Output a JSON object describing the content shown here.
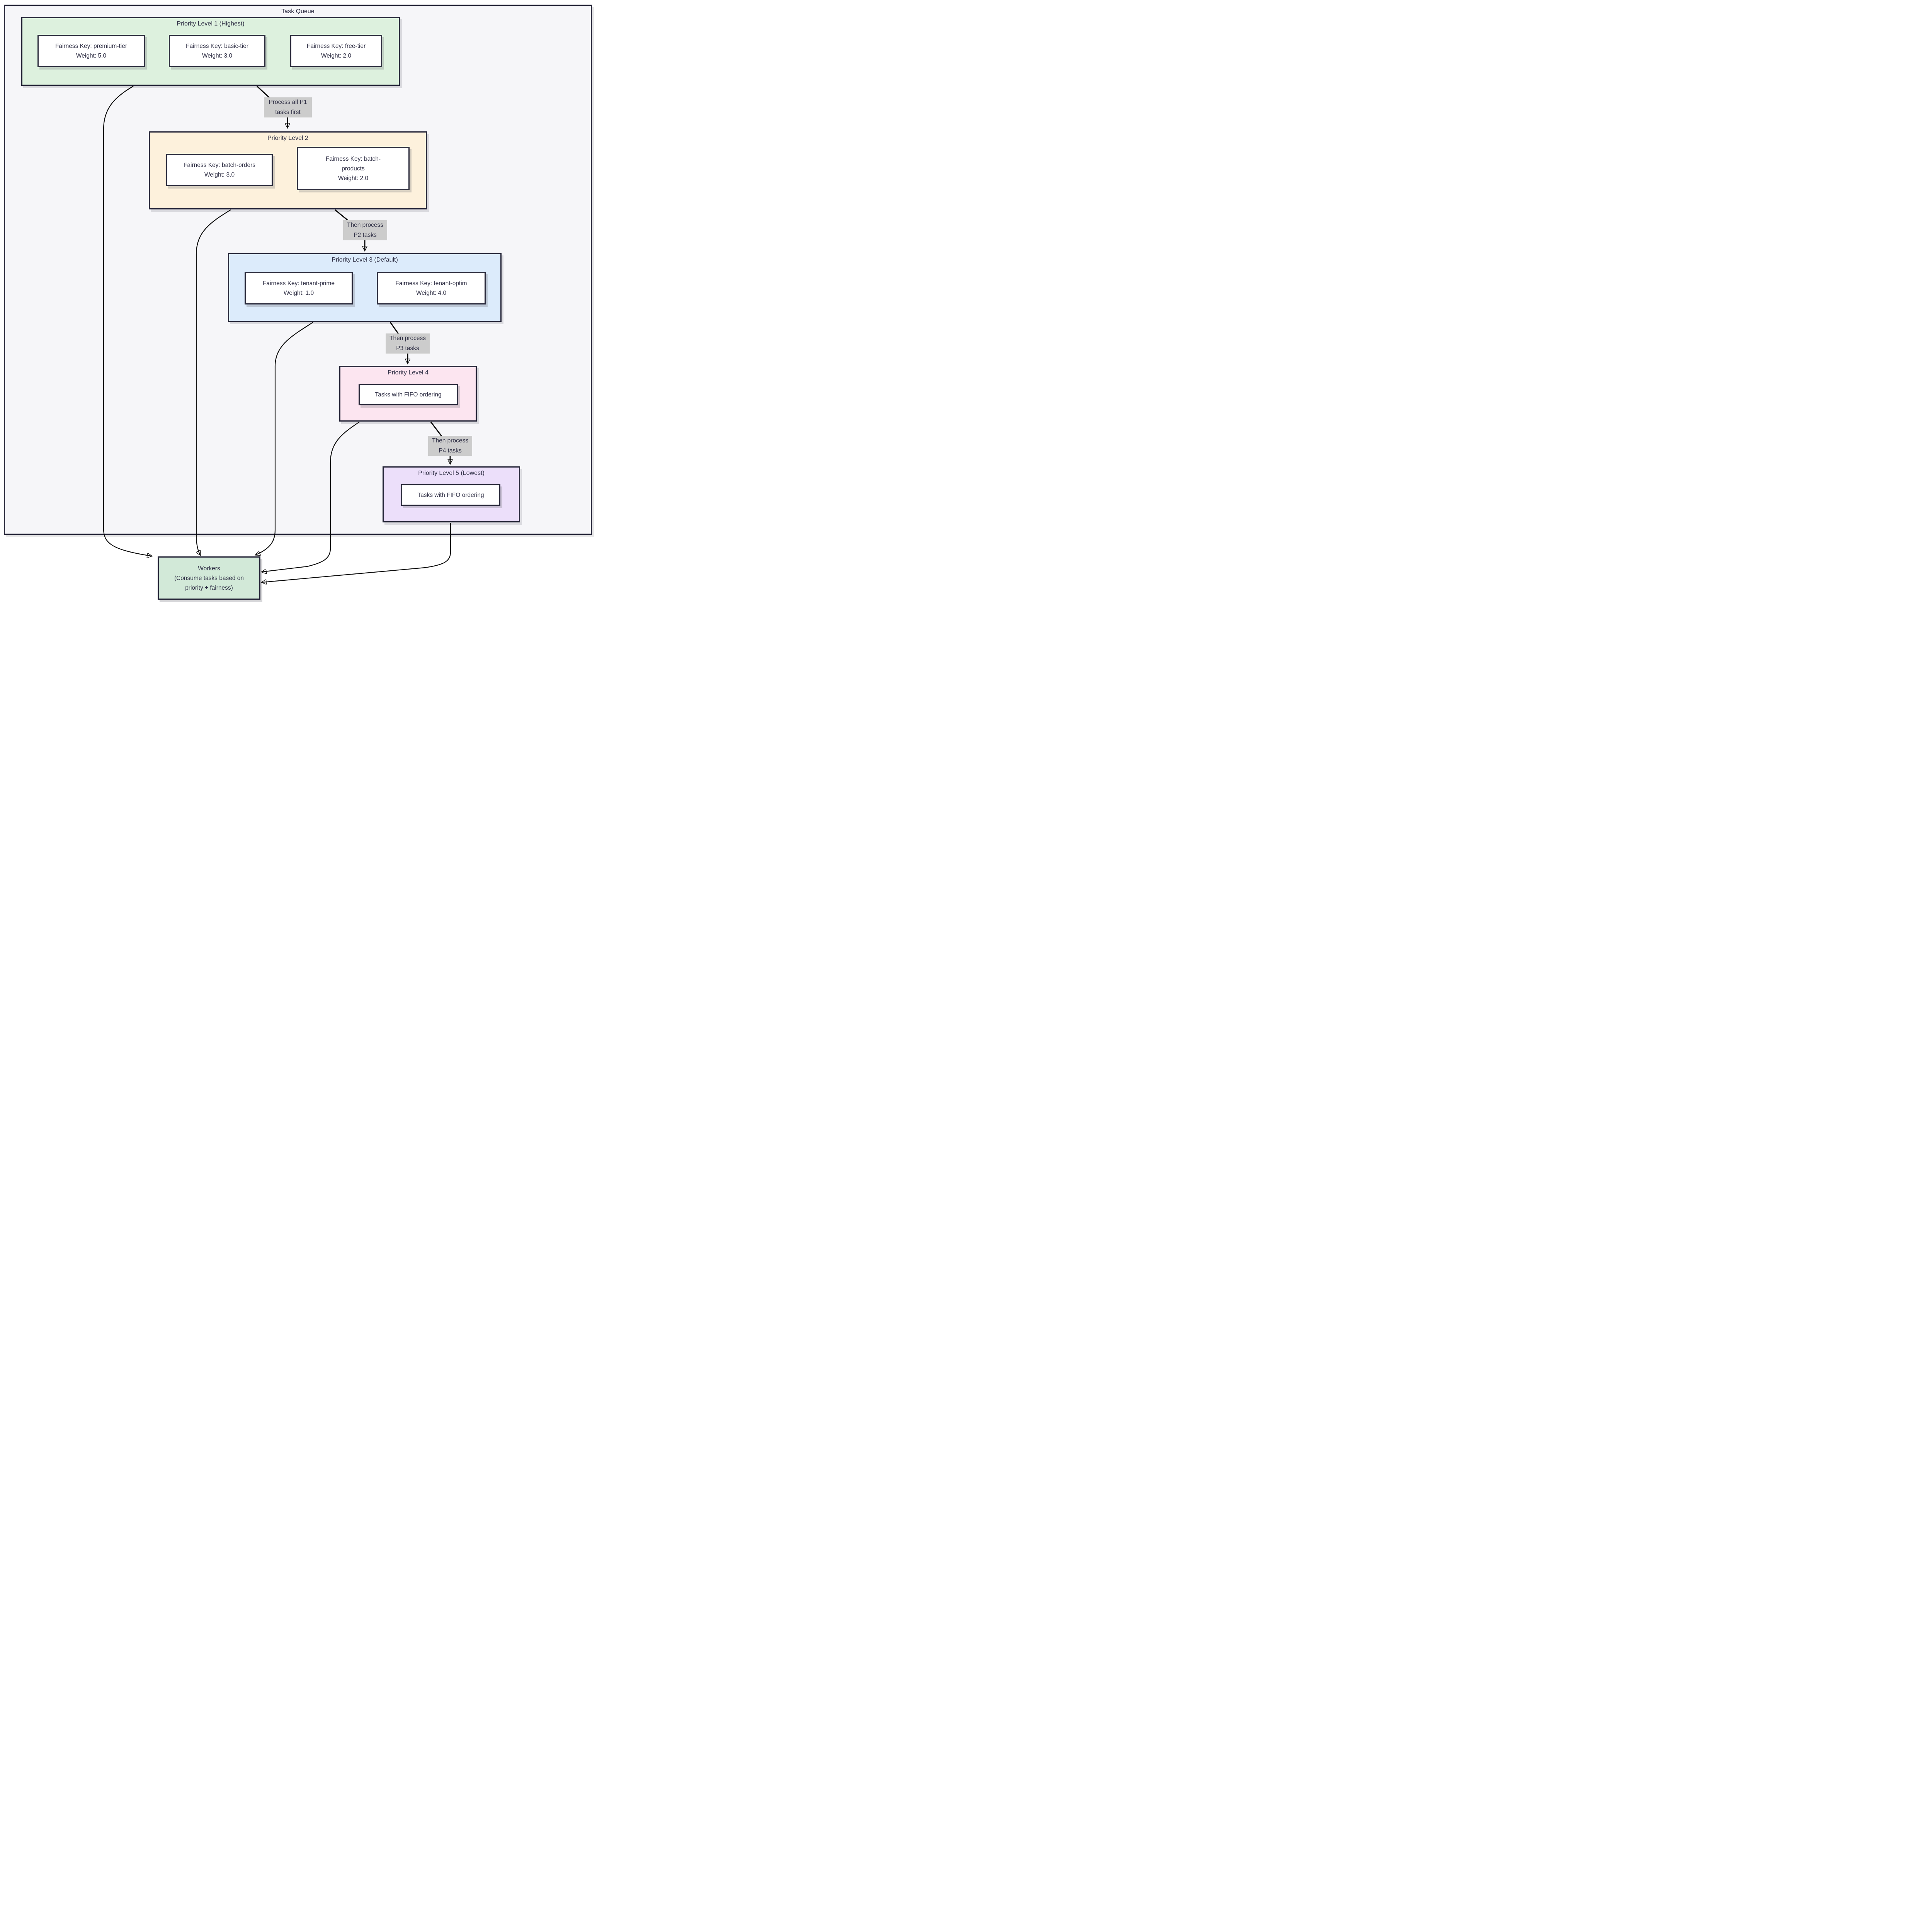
{
  "diagram": {
    "container_title": "Task Queue",
    "levels": [
      {
        "title": "Priority Level 1 (Highest)",
        "fill": "#ddf1de",
        "items": [
          {
            "lines": [
              "Fairness Key: premium-tier",
              "Weight: 5.0"
            ]
          },
          {
            "lines": [
              "Fairness Key: basic-tier",
              "Weight: 3.0"
            ]
          },
          {
            "lines": [
              "Fairness Key: free-tier",
              "Weight: 2.0"
            ]
          }
        ]
      },
      {
        "title": "Priority Level 2",
        "fill": "#fdf1dc",
        "items": [
          {
            "lines": [
              "Fairness Key: batch-orders",
              "Weight: 3.0"
            ]
          },
          {
            "lines": [
              "Fairness Key: batch-products",
              "Weight: 2.0"
            ]
          }
        ]
      },
      {
        "title": "Priority Level 3 (Default)",
        "fill": "#dcebfb",
        "items": [
          {
            "lines": [
              "Fairness Key: tenant-prime",
              "Weight: 1.0"
            ]
          },
          {
            "lines": [
              "Fairness Key: tenant-optim",
              "Weight: 4.0"
            ]
          }
        ]
      },
      {
        "title": "Priority Level 4",
        "fill": "#fce5f0",
        "items": [
          {
            "lines": [
              "Tasks with FIFO ordering"
            ]
          }
        ]
      },
      {
        "title": "Priority Level 5 (Lowest)",
        "fill": "#ecdffa",
        "items": [
          {
            "lines": [
              "Tasks with FIFO ordering"
            ]
          }
        ]
      }
    ],
    "edge_labels": [
      {
        "lines": [
          "Process all P1",
          "tasks first"
        ]
      },
      {
        "lines": [
          "Then process",
          "P2 tasks"
        ]
      },
      {
        "lines": [
          "Then process",
          "P3 tasks"
        ]
      },
      {
        "lines": [
          "Then process",
          "P4 tasks"
        ]
      }
    ],
    "workers": {
      "lines": [
        "Workers",
        "(Consume tasks based on",
        "priority + fairness)"
      ],
      "fill": "#d2e9d8"
    },
    "colors": {
      "page_background": "#ffffff",
      "container_fill": "#f6f6f9",
      "container_border": "#262639",
      "node_fill": "#ffffff",
      "node_border": "#2e2e3f",
      "edge_label_background": "#cccccc",
      "arrow": "#0b0b0b",
      "text": "#2e2e44"
    }
  }
}
